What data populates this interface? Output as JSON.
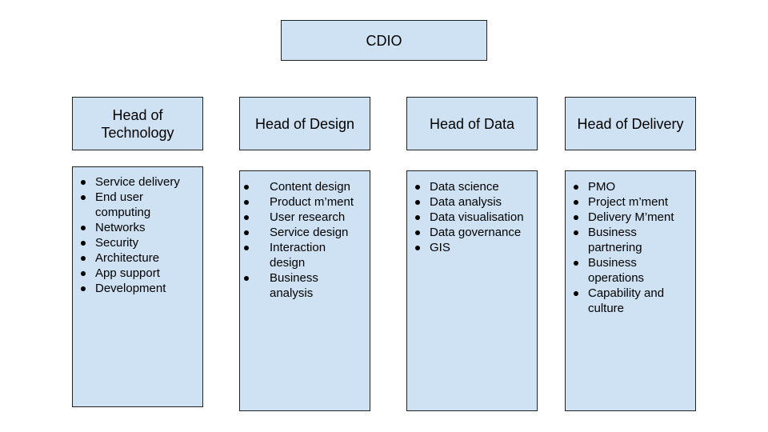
{
  "root": {
    "label": "CDIO"
  },
  "columns": [
    {
      "head": "Head of Technology",
      "items": [
        "Service delivery",
        "End user computing",
        "Networks",
        "Security",
        "Architecture",
        "App support",
        "Development"
      ]
    },
    {
      "head": "Head of Design",
      "items": [
        "Content design",
        "Product m’ment",
        "User research",
        "Service design",
        "Interaction design",
        "Business analysis"
      ]
    },
    {
      "head": "Head of Data",
      "items": [
        "Data science",
        "Data analysis",
        "Data visualisation",
        "Data governance",
        "GIS"
      ]
    },
    {
      "head": "Head of Delivery",
      "items": [
        "PMO",
        "Project m’ment",
        "Delivery M’ment",
        "Business partnering",
        "Business operations",
        "Capability and culture"
      ]
    }
  ],
  "colors": {
    "box_fill": "#cfe2f3",
    "box_border": "#222222",
    "text": "#000000"
  }
}
